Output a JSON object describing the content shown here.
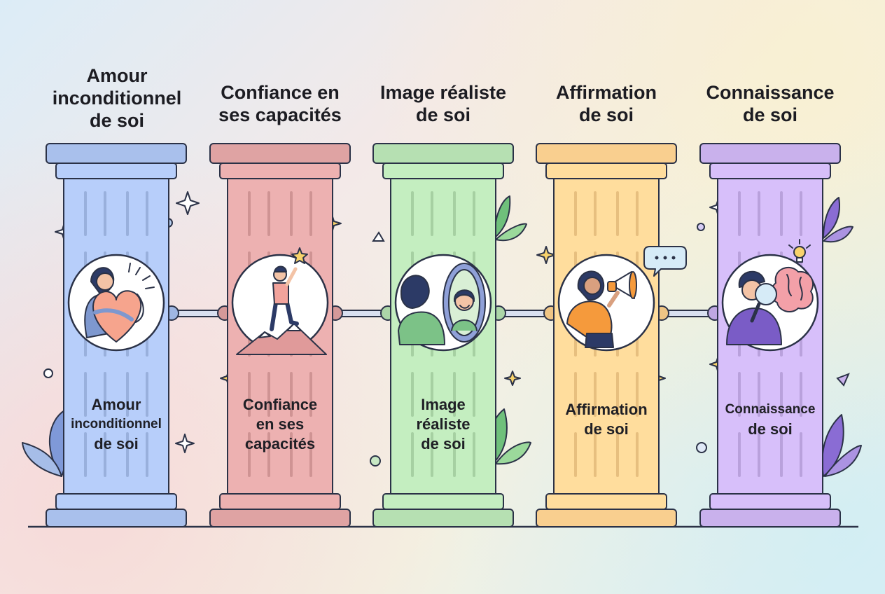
{
  "pillars": [
    {
      "heading_lines": [
        "Amour",
        "inconditionnel",
        "de soi"
      ],
      "inner_lines": [
        "Amour",
        "inconditionnel",
        "de soi"
      ],
      "icon": "hugging-heart-icon",
      "color": "#a9c0ec",
      "stroke": "#2b3247"
    },
    {
      "heading_lines": [
        "Confiance en",
        "ses capacités"
      ],
      "inner_lines": [
        "Confiance",
        "en ses",
        "capacités"
      ],
      "icon": "mountain-climber-icon",
      "color": "#dfa3a3",
      "stroke": "#2b3247"
    },
    {
      "heading_lines": [
        "Image réaliste",
        "de soi"
      ],
      "inner_lines": [
        "Image",
        "réaliste",
        "de soi"
      ],
      "icon": "mirror-reflection-icon",
      "color": "#b6e0b2",
      "stroke": "#2b3247"
    },
    {
      "heading_lines": [
        "Affirmation",
        "de soi"
      ],
      "inner_lines": [
        "Affirmation",
        "de soi"
      ],
      "icon": "megaphone-speaker-icon",
      "color": "#f9cf8f",
      "stroke": "#2b3247"
    },
    {
      "heading_lines": [
        "Connaissance",
        "de soi"
      ],
      "inner_lines": [
        "Connaissance",
        "de soi"
      ],
      "icon": "magnifier-brain-icon",
      "color": "#c9b1ec",
      "stroke": "#2b3247"
    }
  ]
}
